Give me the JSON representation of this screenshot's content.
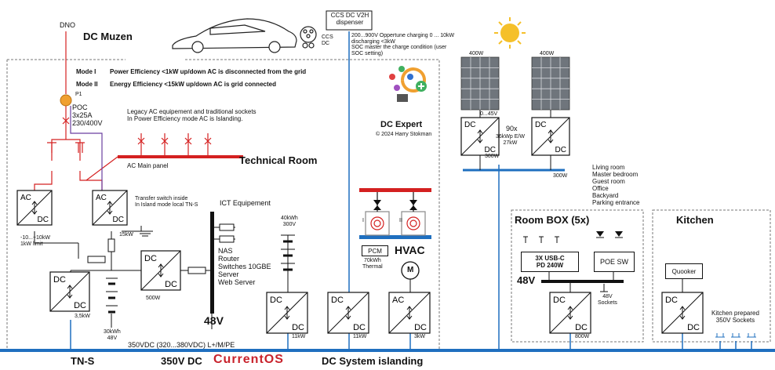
{
  "texts": {
    "dno": "DNO",
    "dc_muzen": "DC Muzen",
    "ccs_dispenser": "CCS DC V2H\ndispenser",
    "ccs_dc": "CCS\nDC",
    "charging_info": "200...900V Oppertune charging 0 ... 10kW\ndischarging <3kW\nSOC master the charge condition (user\nSOC setting)",
    "mode1_label": "Mode I",
    "mode1_text": "Power Efficiency <1kW up/down AC is disconnected from the grid",
    "mode2_label": "Mode II",
    "mode2_text": "Energy Efficiency <15kW up/down AC is grid connected",
    "p1": "P1",
    "poc": "POC\n3x25A\n230/400V",
    "legacy": "Legacy AC equipement and traditional sockets\nIn Power Efficiency mode AC is Islanding.",
    "ac_main_panel": "AC Main panel",
    "technical_room": "Technical Room",
    "dc_expert": "DC Expert",
    "copyright": "© 2024 Harry Stokman",
    "transfer": "Transfer switch inside\nIn Island mode local TN-S",
    "limit": "-10...+10kW\n1kW limit",
    "p15kw": "15kW",
    "ict": "ICT Equipement",
    "ict_list": "NAS\nRouter\nSwitches 10GBE\nServer\nWeb Server",
    "bat40": "40kWh\n300V",
    "v48": "48V",
    "p500w": "500W",
    "p35kw": "3,5kW",
    "bat30": "30kWh\n48V",
    "pcm": "PCM",
    "thermal": "70kWh\nThermal",
    "hvac": "HVAC",
    "roman1": "I",
    "roman2": "II",
    "motor": "M",
    "p11kw_a": "11kW",
    "p11kw_b": "11kW",
    "p3kw": "3kW",
    "w400a": "400W",
    "w400b": "400W",
    "v045": "0...45V",
    "n90x": "90x",
    "kwp": "36kWp E/W\n27kW",
    "w300a": "300W",
    "w300b": "300W",
    "rooms": "Living room\nMaster bedroom\nGuest room\nOffice\nBackyard\nParking entrance",
    "room_box": "Room BOX (5x)",
    "kitchen": "Kitchen",
    "usbc": "3X USB-C\nPD 240W",
    "poe": "POE SW",
    "v48b": "48V",
    "sockets48": "48V\nSockets",
    "w800": "800W",
    "quooker": "Quooker",
    "kitchen_sockets": "Kitchen prepared\n350V Sockets",
    "bus": "350VDC (320...380VDC) L+/M/PE",
    "tns": "TN-S",
    "v350dc": "350V DC",
    "brand": "CurrentOS",
    "islanding": "DC System islanding",
    "ac": "AC",
    "dc": "DC"
  },
  "colors": {
    "bus_blue": "#1f6fbf",
    "red": "#d42020",
    "purple": "#6b3fa0",
    "brand_red": "#c8232c",
    "sun": "#f5c02a",
    "orange": "#f0a030"
  }
}
